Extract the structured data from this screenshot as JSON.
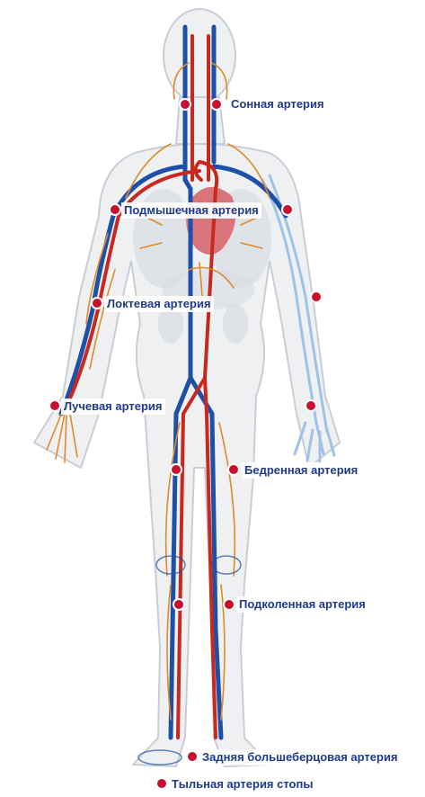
{
  "labels": {
    "carotid": "Сонная артерия",
    "axillary": "Подмышечная артерия",
    "brachial": "Локтевая артерия",
    "radial": "Лучевая артерия",
    "femoral": "Бедренная артерия",
    "popliteal": "Подколенная артерия",
    "posterior_tibial": "Задняя большеберцовая артерия",
    "dorsalis_pedis": "Тыльная артерия стопы"
  },
  "colors": {
    "body_fill": "#eef0f2",
    "body_outline": "#c9ced6",
    "vein": "#1e50a8",
    "artery": "#c8281e",
    "small_vessel": "#e08a2a",
    "light_vein": "#9ec3e6",
    "heart": "#d9747a",
    "organ": "#d8dce3",
    "pulse_point": "#c8102e",
    "label_text": "#1f3a8a"
  }
}
